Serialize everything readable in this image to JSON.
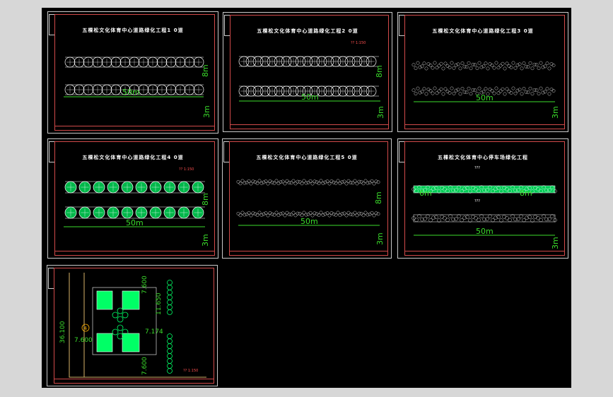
{
  "sheets": [
    {
      "title": "五棵松文化体育中心道路绿化工程1 0道",
      "length_label": "50m",
      "width_label": "3m",
      "gap_label": "8m"
    },
    {
      "title": "五棵松文化体育中心道路绿化工程2 0道",
      "length_label": "50m",
      "width_label": "3m",
      "gap_label": "8m",
      "scale_label": "?? 1:150"
    },
    {
      "title": "五棵松文化体育中心道路绿化工程3 0道",
      "length_label": "50m",
      "width_label": "3m"
    },
    {
      "title": "五棵松文化体育中心道路绿化工程4 0道",
      "length_label": "50m",
      "width_label": "3m",
      "gap_label": "8m",
      "scale_label": "?? 1:150"
    },
    {
      "title": "五棵松文化体育中心道路绿化工程5 0道",
      "length_label": "50m",
      "width_label": "3m",
      "gap_label": "8m"
    },
    {
      "title": "五棵松文化体育中心停车场绿化工程",
      "length_label": "50m",
      "width_label": "3m",
      "gap_label": "8m",
      "left_label": "6m",
      "unknown_1": "???",
      "unknown_2": "???"
    }
  ],
  "plan": {
    "dim_total_height": "36.100",
    "dim_top": "7.600",
    "dim_mid_right": "11.650",
    "dim_left": "7.600",
    "dim_center": "7.174",
    "dim_bottom": "7.600",
    "circle_label": "4",
    "scale_label": "?? 1:150"
  },
  "colors": {
    "background": "#000000",
    "frame": "#d24a4a",
    "dimension": "#3bdc2b",
    "plant": "#ffffff",
    "accent": "#00ff66"
  }
}
